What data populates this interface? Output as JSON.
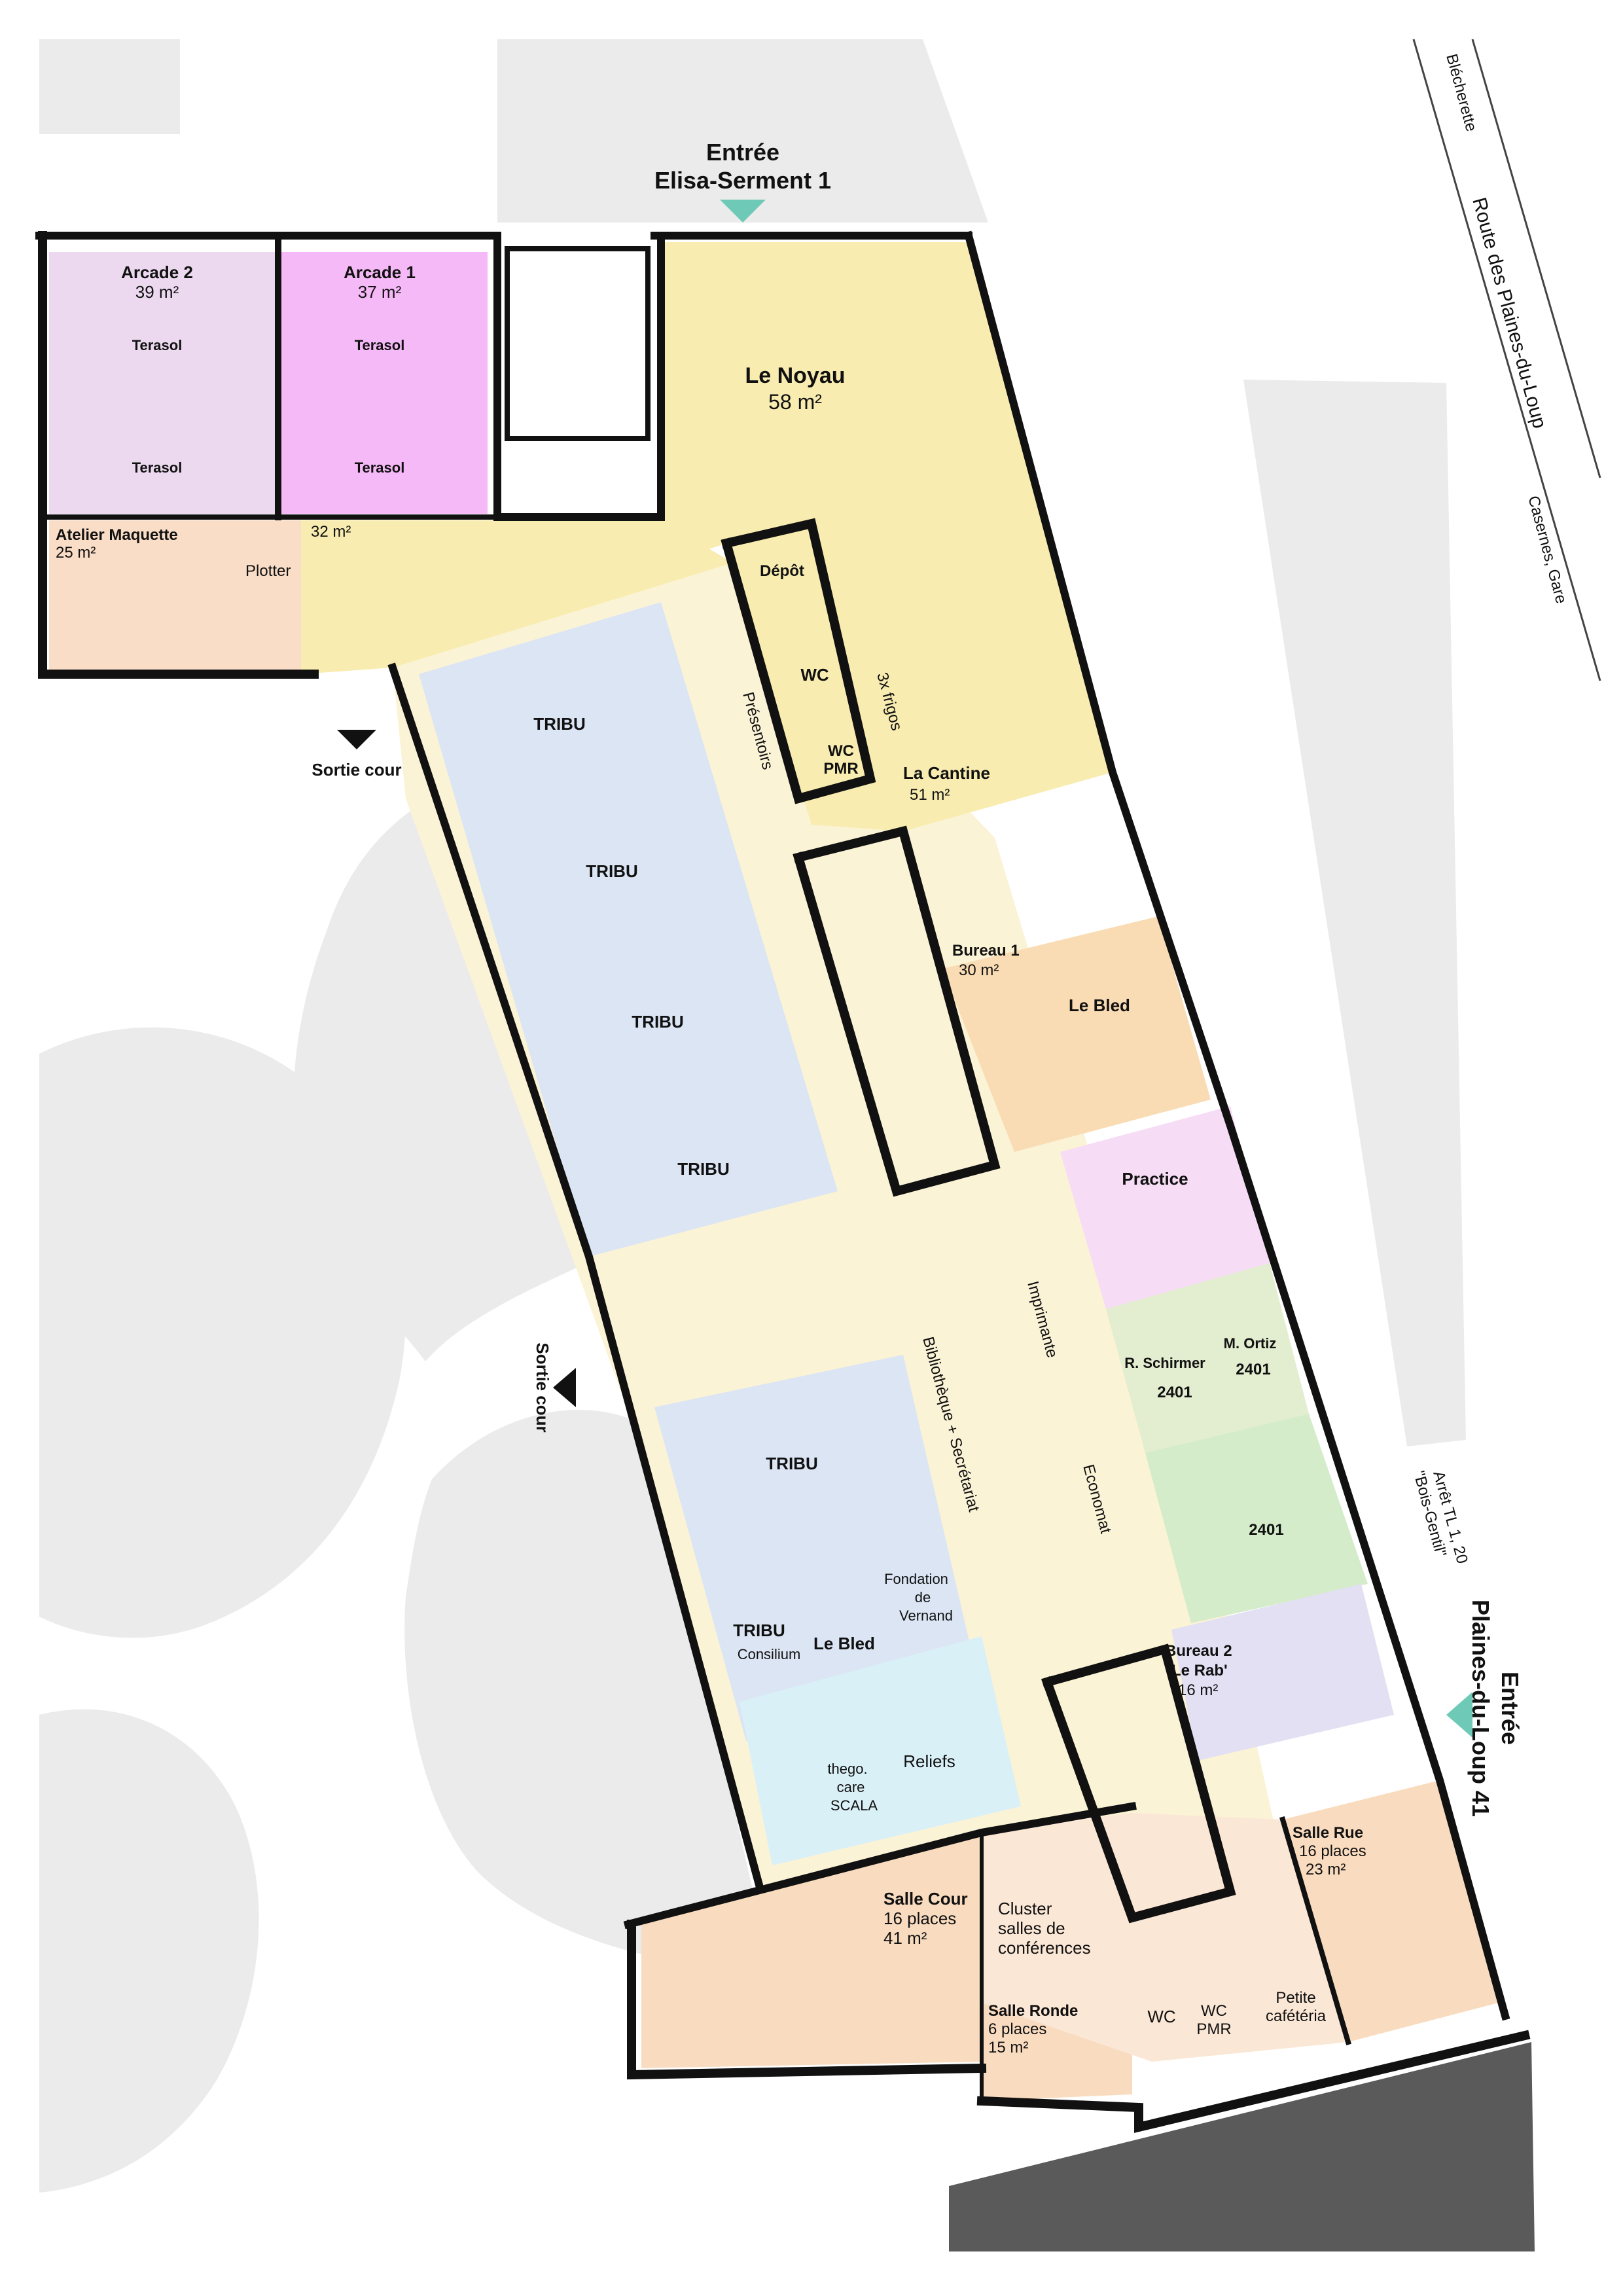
{
  "colors": {
    "courtyard": "#ebebeb",
    "wall": "#111111",
    "corridor": "#fbf3d6",
    "noyau": "#f8ecb0",
    "arcade2": "#ecd9f0",
    "arcade1": "#f6b9f7",
    "maquette": "#f9ddc7",
    "tribu": "#dbe5f4",
    "bureau1": "#f9dcb4",
    "practice": "#f6dcf5",
    "schirmer": "#e3edcf",
    "office2401": "#d4ecc9",
    "bureau2": "#e3e0f3",
    "relief": "#daf0f7",
    "salle": "#f9dcc0",
    "accent": "#6ec9b6",
    "terasol": "#7a1a8a",
    "tribu_text": "#1f3d7a",
    "bled": "#e88a00",
    "practice_text": "#c07acb",
    "schirmer_text": "#9aa514",
    "office2401_text": "#2e9d2e",
    "fondation": "#b01445",
    "reliefs_text": "#5a8fcf"
  },
  "entrances": {
    "north_line1": "Entrée",
    "north_line2": "Elisa-Serment 1",
    "east_line1": "Entrée",
    "east_line2": "Plaines-du-Loup 41"
  },
  "exits": {
    "sortie_cour_top": "Sortie cour",
    "sortie_cour_mid": "Sortie cour"
  },
  "streets": {
    "blecherette": "Blécherette",
    "route": "Route des Plaines-du-Loup",
    "casernes": "Casernes, Gare",
    "arret_line1": "Arrêt TL 1, 20",
    "arret_line2": "\"Bois-Gentil\""
  },
  "rooms": {
    "arcade2_name": "Arcade 2",
    "arcade2_area": "39 m²",
    "arcade1_name": "Arcade 1",
    "arcade1_area": "37 m²",
    "terasol": "Terasol",
    "noyau_name": "Le Noyau",
    "noyau_area": "58 m²",
    "maquette_name": "Atelier Maquette",
    "maquette_area": "25 m²",
    "plotter": "Plotter",
    "hall_area": "32 m²",
    "depot": "Dépôt",
    "wc": "WC",
    "wc_pmr_1": "WC",
    "wc_pmr_2": "PMR",
    "frigos": "3x frigos",
    "presentoirs": "Présentoirs",
    "cantine_name": "La Cantine",
    "cantine_area": "51 m²",
    "tribu": "TRIBU",
    "bureau1_name": "Bureau 1",
    "bureau1_area": "30 m²",
    "le_bled": "Le Bled",
    "practice": "Practice",
    "schirmer": "R. Schirmer",
    "ortiz": "M. Ortiz",
    "office2401": "2401",
    "imprimante": "Imprimante",
    "economat": "Economat",
    "bibliotheque": "Bibliothèque + Secrétariat",
    "fondation_1": "Fondation",
    "fondation_2": "de",
    "fondation_3": "Vernand",
    "consilium": "Consilium",
    "thego_1": "thego.",
    "thego_2": "care",
    "thego_3": "SCALA",
    "reliefs": "Reliefs",
    "bureau2_name": "Bureau 2",
    "bureau2_sub": "Le Rab'",
    "bureau2_area": "16 m²",
    "salle_cour_name": "Salle Cour",
    "salle_cour_places": "16 places",
    "salle_cour_area": "41 m²",
    "cluster_1": "Cluster",
    "cluster_2": "salles de",
    "cluster_3": "conférences",
    "salle_ronde_name": "Salle Ronde",
    "salle_ronde_places": "6 places",
    "salle_ronde_area": "15 m²",
    "salle_rue_name": "Salle Rue",
    "salle_rue_places": "16 places",
    "salle_rue_area": "23 m²",
    "petite_1": "Petite",
    "petite_2": "cafétéria"
  }
}
